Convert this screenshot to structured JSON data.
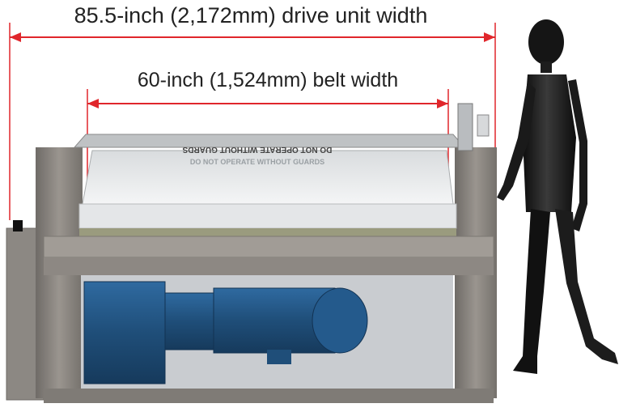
{
  "dimensions": {
    "drive_unit_width": "85.5-inch (2,172mm) drive unit width",
    "belt_width": "60-inch (1,524mm) belt width"
  },
  "machine": {
    "warning_label_1": "DO NOT OPERATE WITHOUT GUARDS",
    "warning_label_2": "DO NOT OPERATE WITHOUT GUARDS"
  },
  "colors": {
    "dimension_line": "#e0262b",
    "frame": "#8a8580",
    "belt": "#e9ecef",
    "motor": "#1f4e79",
    "mannequin": "#1a1a1a"
  }
}
